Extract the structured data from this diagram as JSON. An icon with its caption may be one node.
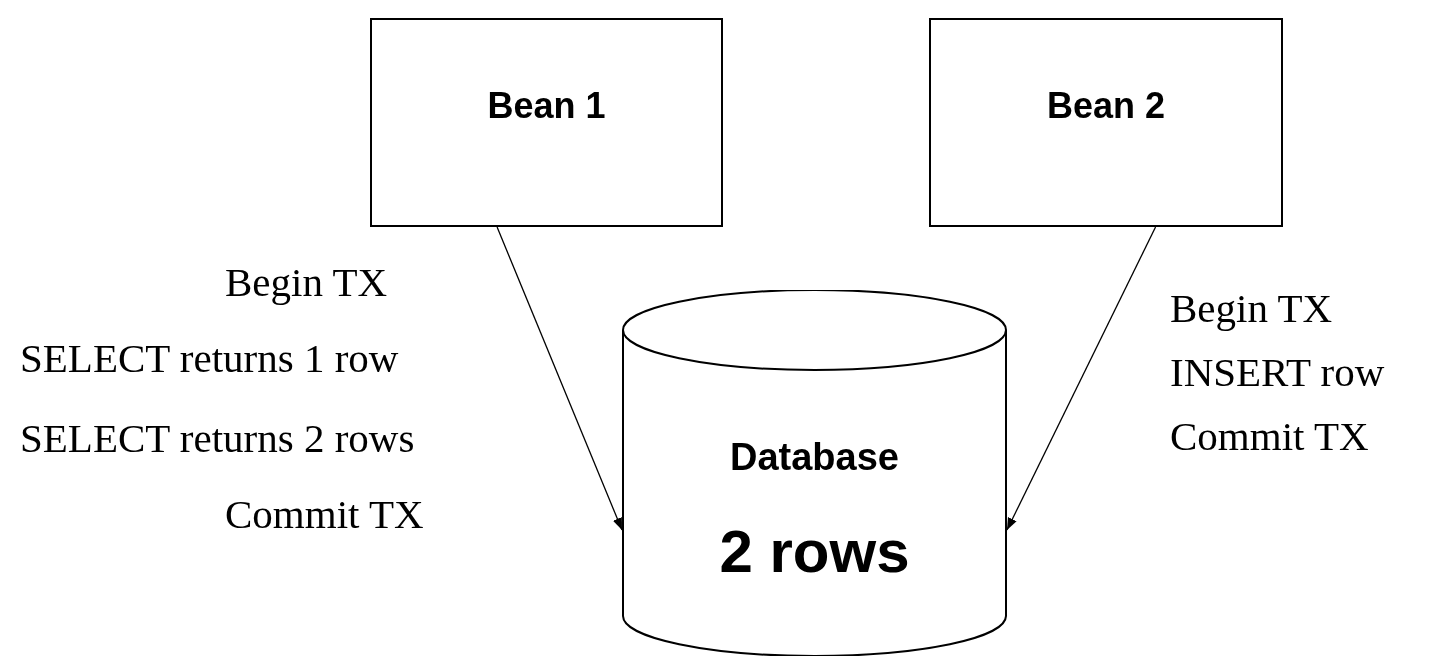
{
  "diagram": {
    "nodes": [
      {
        "text": [
          "Bean 1"
        ]
      },
      {
        "text": [
          "Bean 2"
        ]
      },
      {
        "text": [
          "Database",
          "2 rows"
        ]
      }
    ],
    "edges": [
      {
        "from": 0,
        "to": 2,
        "arrow": "to"
      },
      {
        "from": 1,
        "to": 2,
        "arrow": "to"
      }
    ],
    "labels": [
      "Begin TX",
      "SELECT returns 1 row",
      "SELECT returns 2 rows",
      "Commit TX",
      "Begin TX",
      "INSERT row",
      "Commit TX"
    ]
  }
}
